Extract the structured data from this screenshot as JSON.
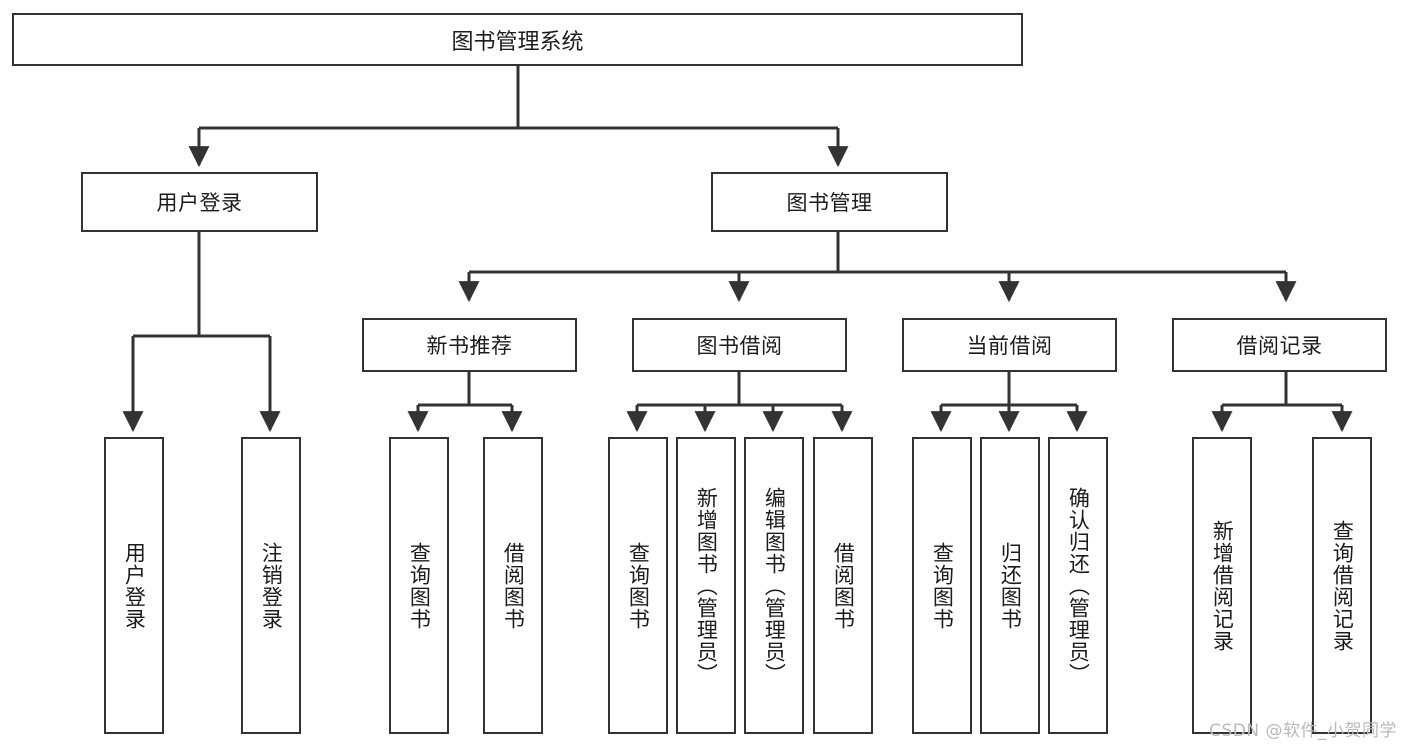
{
  "diagram": {
    "type": "tree-hierarchy",
    "title": "图书管理系统",
    "root": {
      "label": "图书管理系统",
      "id": "root"
    },
    "level1": [
      {
        "id": "user-login",
        "label": "用户登录"
      },
      {
        "id": "book-manage",
        "label": "图书管理"
      }
    ],
    "level2": [
      {
        "id": "new-book-rec",
        "label": "新书推荐",
        "parent": "book-manage"
      },
      {
        "id": "book-borrow",
        "label": "图书借阅",
        "parent": "book-manage"
      },
      {
        "id": "current-borrow",
        "label": "当前借阅",
        "parent": "book-manage"
      },
      {
        "id": "borrow-record",
        "label": "借阅记录",
        "parent": "book-manage"
      }
    ],
    "leaves": [
      {
        "id": "leaf-user-login",
        "label": "用户登录",
        "parent": "user-login"
      },
      {
        "id": "leaf-logout",
        "label": "注销登录",
        "parent": "user-login"
      },
      {
        "id": "leaf-query-book-1",
        "label": "查询图书",
        "parent": "new-book-rec"
      },
      {
        "id": "leaf-borrow-book-1",
        "label": "借阅图书",
        "parent": "new-book-rec"
      },
      {
        "id": "leaf-query-book-2",
        "label": "查询图书",
        "parent": "book-borrow"
      },
      {
        "id": "leaf-add-book",
        "label": "新增图书（管理员）",
        "parent": "book-borrow"
      },
      {
        "id": "leaf-edit-book",
        "label": "编辑图书（管理员）",
        "parent": "book-borrow"
      },
      {
        "id": "leaf-borrow-book-2",
        "label": "借阅图书",
        "parent": "book-borrow"
      },
      {
        "id": "leaf-query-book-3",
        "label": "查询图书",
        "parent": "current-borrow"
      },
      {
        "id": "leaf-return-book",
        "label": "归还图书",
        "parent": "current-borrow"
      },
      {
        "id": "leaf-confirm-return",
        "label": "确认归还（管理员）",
        "parent": "current-borrow"
      },
      {
        "id": "leaf-add-record",
        "label": "新增借阅记录",
        "parent": "borrow-record"
      },
      {
        "id": "leaf-query-record",
        "label": "查询借阅记录",
        "parent": "borrow-record"
      }
    ],
    "colors": {
      "stroke": "#333333",
      "fill": "#ffffff",
      "text": "#1c1c1c",
      "watermark": "#b9b9b9"
    }
  },
  "watermark": {
    "text": "CSDN @软件_小贺同学"
  }
}
